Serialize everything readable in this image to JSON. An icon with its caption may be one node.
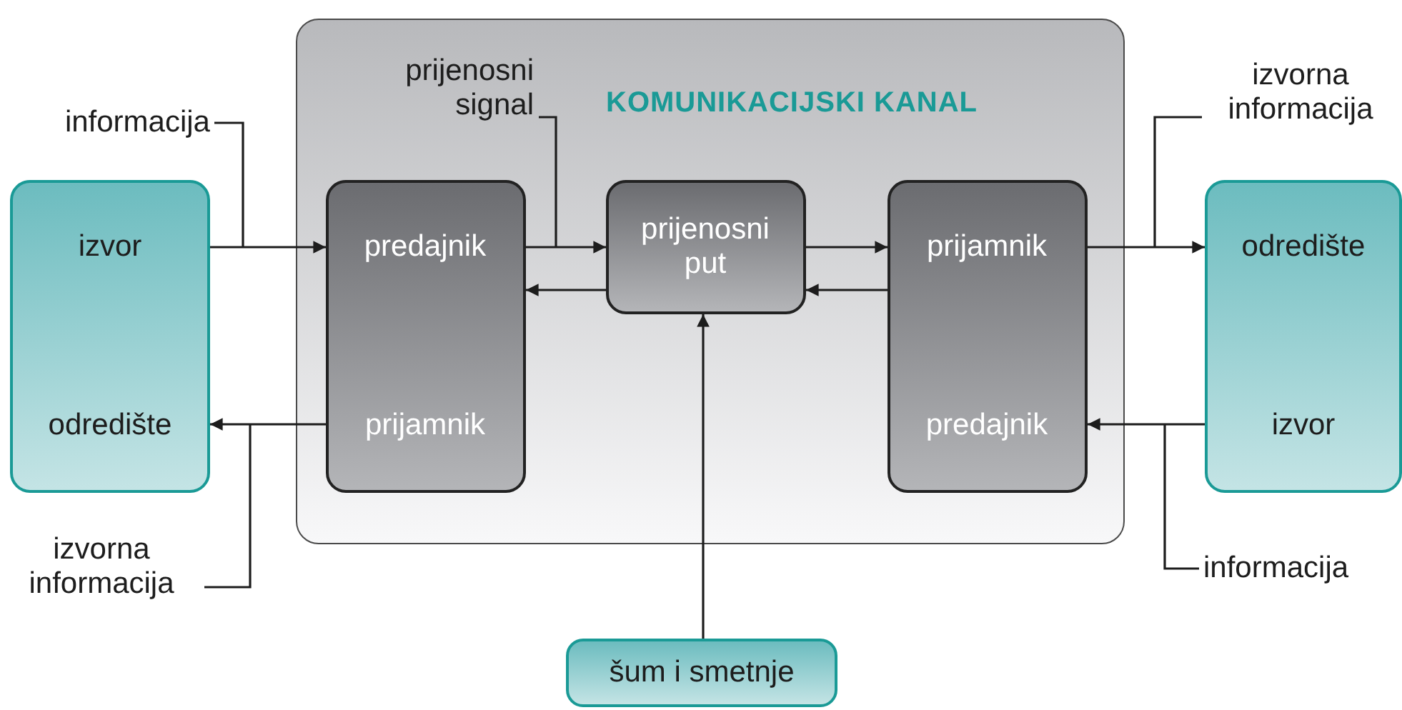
{
  "diagram": {
    "nodes": [
      {
        "text": [
          "KOMUNIKACIJSKI KANAL"
        ]
      },
      {
        "text": [
          "predajnik",
          "prijamnik"
        ],
        "in": 0
      },
      {
        "text": [
          "prijenosni put"
        ],
        "in": 0
      },
      {
        "text": [
          "prijamnik",
          "predajnik"
        ],
        "in": 0
      },
      {
        "text": [
          "izvor",
          "odredište"
        ]
      },
      {
        "text": [
          "odredište",
          "izvor"
        ]
      },
      {
        "text": [
          "šum i smetnje"
        ]
      },
      {
        "text": [
          "informacija"
        ]
      },
      {
        "text": [
          "prijenosni signal"
        ],
        "in": 0
      },
      {
        "text": [
          "izvorna informacija"
        ]
      },
      {
        "text": [
          "izvorna informacija"
        ]
      },
      {
        "text": [
          "informacija"
        ]
      }
    ],
    "edges": [
      {
        "from": 4,
        "to": 1,
        "arrow": "to"
      },
      {
        "from": 1,
        "to": 2,
        "arrow": "to"
      },
      {
        "from": 2,
        "to": 1,
        "arrow": "to"
      },
      {
        "from": 2,
        "to": 3,
        "arrow": "to"
      },
      {
        "from": 3,
        "to": 2,
        "arrow": "to"
      },
      {
        "from": 3,
        "to": 5,
        "arrow": "to"
      },
      {
        "from": 5,
        "to": 3,
        "arrow": "to"
      },
      {
        "from": 1,
        "to": 4,
        "arrow": "to"
      },
      {
        "from": 6,
        "to": 2,
        "arrow": "to"
      },
      {
        "from": 7,
        "to": null,
        "arrow": "none"
      },
      {
        "from": 8,
        "to": null,
        "arrow": "none"
      },
      {
        "from": 9,
        "to": null,
        "arrow": "none"
      },
      {
        "from": 10,
        "to": null,
        "arrow": "none"
      },
      {
        "from": 11,
        "to": null,
        "arrow": "none"
      }
    ]
  }
}
